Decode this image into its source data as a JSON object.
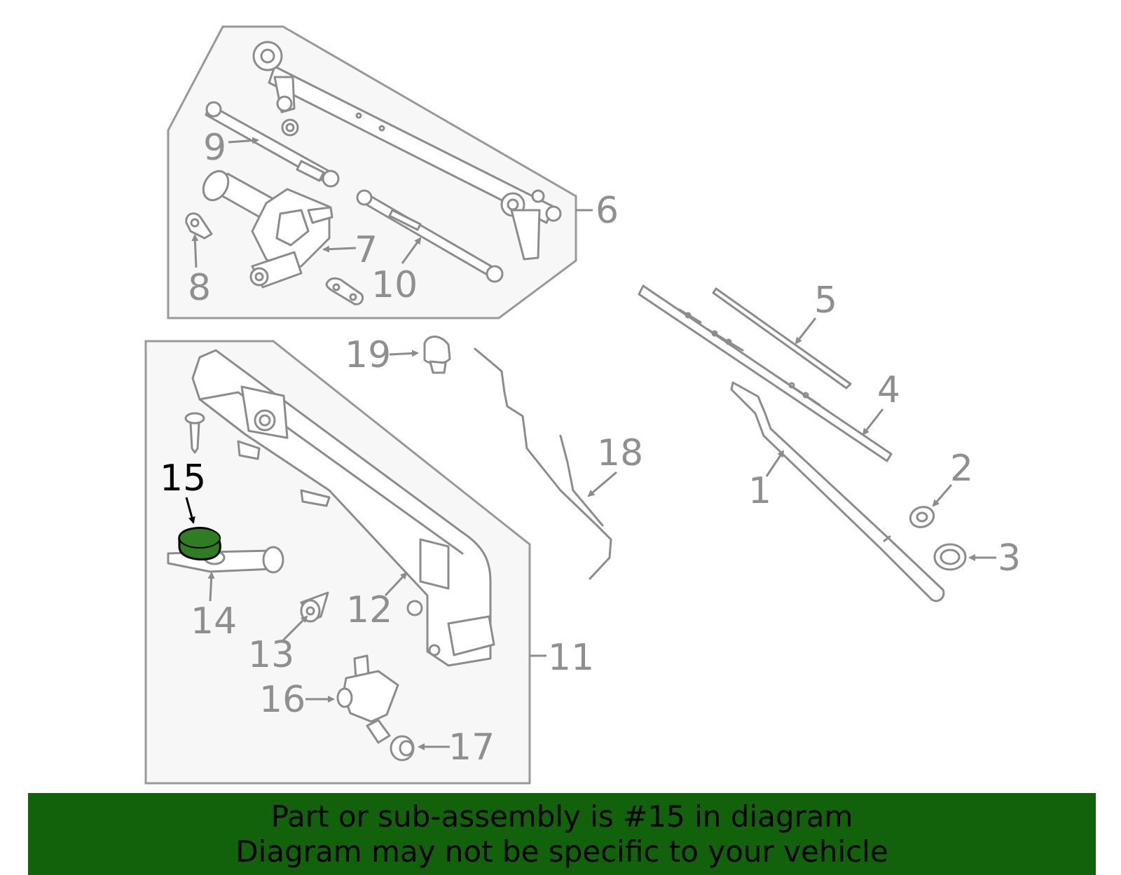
{
  "colors": {
    "highlight_fill": "#2e7d22",
    "banner_background": "#11620a",
    "callout_gray": "#8f8f8f",
    "callout_highlight": "#000000"
  },
  "callouts": {
    "c1": "1",
    "c2": "2",
    "c3": "3",
    "c4": "4",
    "c5": "5",
    "c6": "6",
    "c7": "7",
    "c8": "8",
    "c9": "9",
    "c10": "10",
    "c11": "11",
    "c12": "12",
    "c13": "13",
    "c14": "14",
    "c15": "15",
    "c16": "16",
    "c17": "17",
    "c18": "18",
    "c19": "19"
  },
  "highlighted_part": "15",
  "banner": {
    "line1": "Part or sub-assembly is #15 in diagram",
    "line2": "Diagram may not be specific to your vehicle"
  }
}
